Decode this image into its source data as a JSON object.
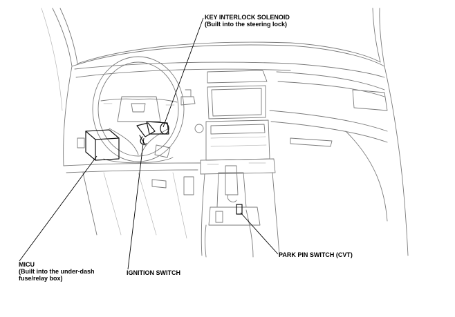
{
  "callouts": {
    "key_interlock_solenoid": {
      "line1": "KEY INTERLOCK SOLENOID",
      "line2": "(Built into the steering lock)"
    },
    "micu": {
      "line1": "MICU",
      "line2": "(Built into the under-dash",
      "line3": "fuse/relay box)"
    },
    "ignition_switch": {
      "line1": "IGNITION SWITCH"
    },
    "park_pin_switch": {
      "line1": "PARK PIN SWITCH (CVT)"
    }
  },
  "colors": {
    "background": "#ffffff",
    "drawing_line": "#7a7a7a",
    "component_highlight": "#111111",
    "label_text": "#000000"
  }
}
